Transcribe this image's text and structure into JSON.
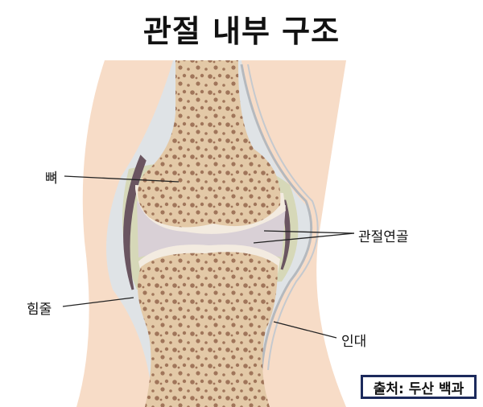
{
  "title": "관절 내부 구조",
  "labels": {
    "bone": "뼈",
    "cartilage": "관절연골",
    "tendon": "힘줄",
    "ligament": "인대"
  },
  "source": "출처: 두산 백과",
  "colors": {
    "skin": "#f7dcc7",
    "capsule": "#dfe3e6",
    "bone": "#e3c9a7",
    "bone_pore": "#a0755a",
    "cartilage": "#f3ebe0",
    "joint_space": "#d9d0d6",
    "tendon": "#6a5560",
    "source_border": "#1c2a5c"
  }
}
